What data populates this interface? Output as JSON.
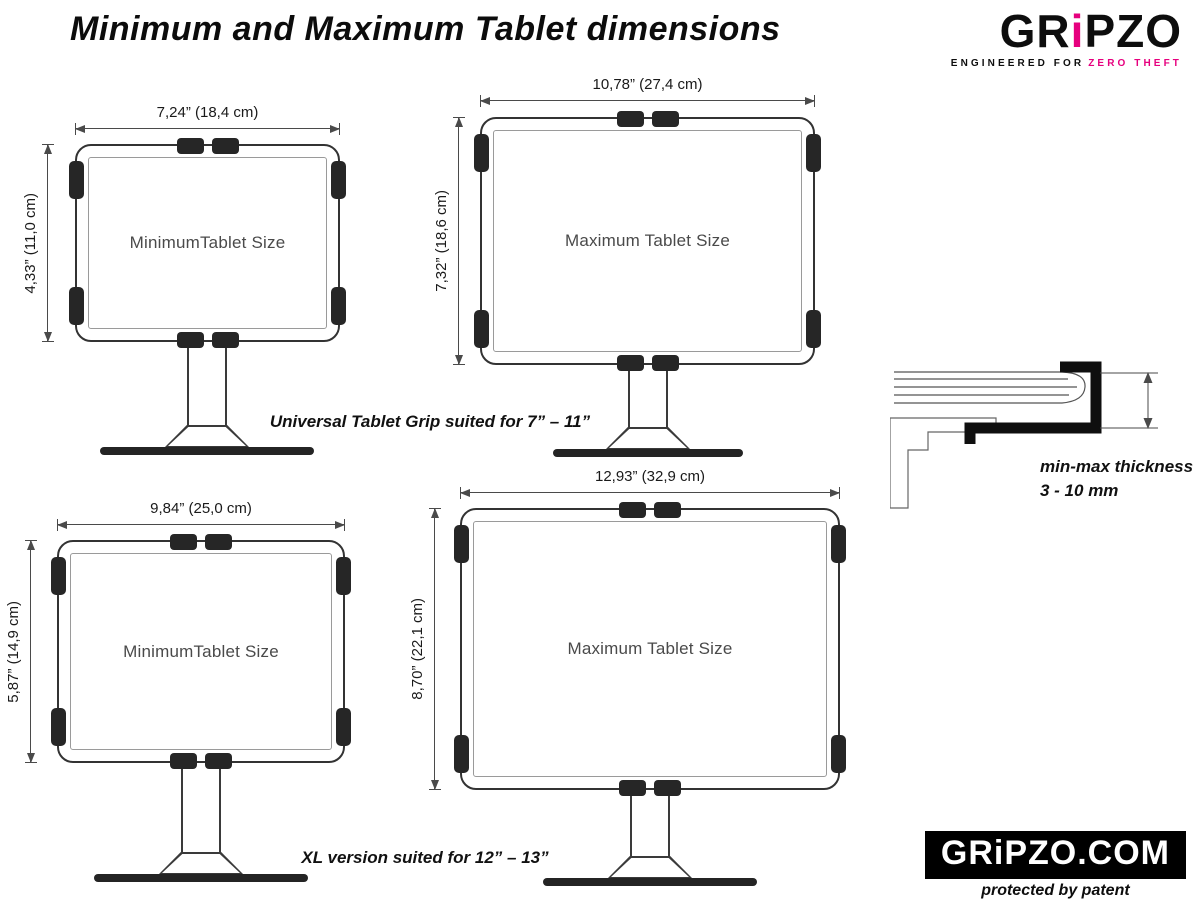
{
  "title": "Minimum and Maximum Tablet dimensions",
  "logo": {
    "part1": "GR",
    "part2": "i",
    "part3": "PZO",
    "tagline_left": "ENGINEERED FOR",
    "tagline_right": "ZERO THEFT",
    "pink": "#e6007e",
    "ink": "#0d0d0d"
  },
  "diagrams": [
    {
      "name": "MinimumTablet Size",
      "width": "7,24” (18,4 cm)",
      "height": "4,33” (11,0 cm)"
    },
    {
      "name": "Maximum Tablet Size",
      "width": "10,78” (27,4 cm)",
      "height": "7,32” (18,6 cm)"
    },
    {
      "name": "MinimumTablet Size",
      "width": "9,84” (25,0 cm)",
      "height": "5,87” (14,9 cm)"
    },
    {
      "name": "Maximum Tablet Size",
      "width": "12,93” (32,9 cm)",
      "height": "8,70” (22,1 cm)"
    }
  ],
  "captions": {
    "universal": "Universal Tablet Grip suited for 7” – 11”",
    "xl": "XL version suited for 12” – 13”"
  },
  "thickness": {
    "line1": "min-max thickness",
    "line2": "3 - 10 mm"
  },
  "footer": {
    "site": "GRiPZO.COM",
    "patent": "protected by patent"
  }
}
